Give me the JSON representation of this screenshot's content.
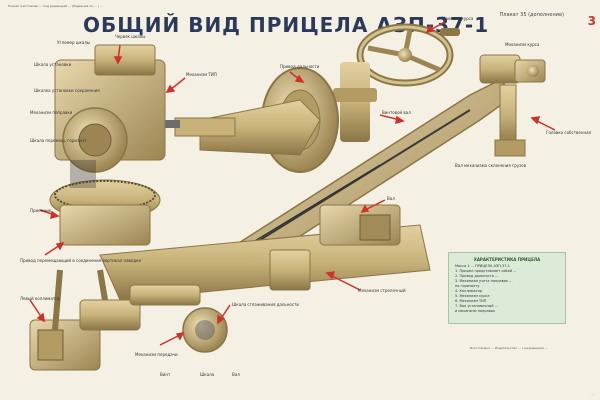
{
  "header": {
    "small_text": "Плакат изготовлен ... под редакцией ... (Редакция по ... ) ...",
    "title": "ОБЩИЙ ВИД ПРИЦЕЛА АЗП-37-1",
    "code": "Плакат 35 (дополнение)",
    "page_mark": "3"
  },
  "callouts": [
    {
      "label": "Угломер шкалы"
    },
    {
      "label": "Червяк шкалы"
    },
    {
      "label": "Шкала установки"
    },
    {
      "label": "Шкалка установки сохранения"
    },
    {
      "label": "Механизм поправки"
    },
    {
      "label": "Шкала перемещ. горизонт"
    },
    {
      "label": "Механизм ТИП"
    },
    {
      "label": "Привод дальности"
    },
    {
      "label": "Маховик курса"
    },
    {
      "label": "Механизм курса"
    },
    {
      "label": "Винтовой вал"
    },
    {
      "label": "Головка собственная"
    },
    {
      "label": "Вал механизма склонения грузов"
    },
    {
      "label": "Вал"
    },
    {
      "label": "Приемник"
    },
    {
      "label": "Привод перемещающий в соединение вертикал наводки"
    },
    {
      "label": "Левый коллиматор"
    },
    {
      "label": "Механизм стрелочный"
    },
    {
      "label": "Шкала сглаживания дальности"
    },
    {
      "label": "Механизм передачи"
    },
    {
      "label": "Винт"
    },
    {
      "label": "Шкала"
    },
    {
      "label": "Вал"
    }
  ],
  "legend": {
    "title": "ХАРАКТЕРИСТИКА ПРИЦЕЛА",
    "lines": [
      "Масса 1 ... ПРИЦЕЛА АЗП-37-1",
      "1. Прицел представляет собой ...",
      "2. Привод дальности ...",
      "3. Механизм учета поправок ...",
      "   по горизонту",
      "4. Коллиматор",
      "5. Механизм курса",
      "6. Механизм ТИП",
      "7. Вал установочный ...",
      "   и механизм поправок"
    ]
  },
  "footer": {
    "note": "Изготовлено ... Издательство ... с разрешения ...",
    "right": "..."
  },
  "colors": {
    "background": "#f4f0e4",
    "metal": "#c8b27a",
    "metal_dark": "#8a7646",
    "title": "#2b3a5a",
    "callout_arrow": "#d0302b",
    "legend_bg": "#dcebd8"
  }
}
